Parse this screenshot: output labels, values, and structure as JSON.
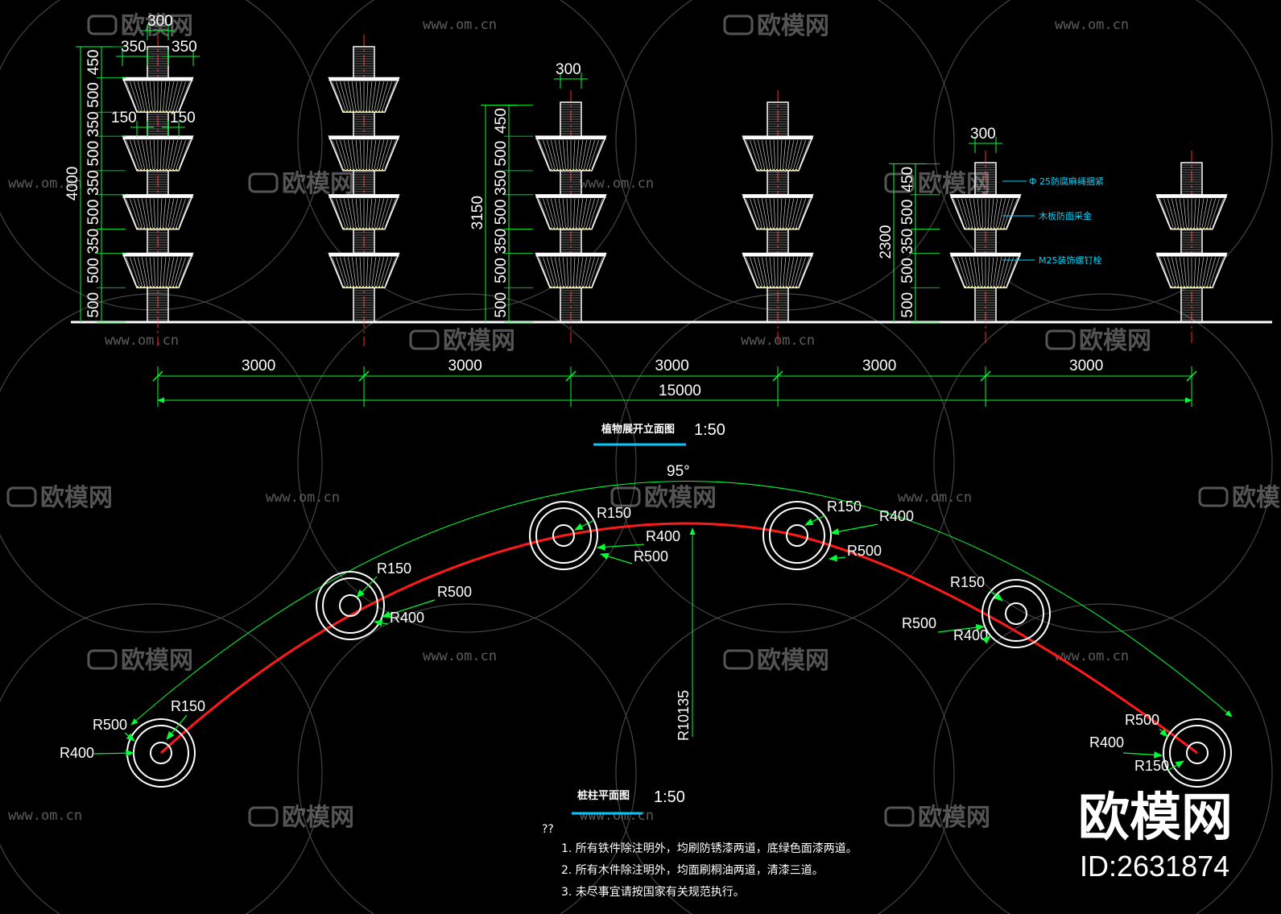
{
  "colors": {
    "background": "#000000",
    "line": "#ffffff",
    "dimension": "#00ff33",
    "centerline": "#ff2a2a",
    "arc": "#ff1a1a",
    "note": "#00d7ff",
    "title_underline": "#00c8ff",
    "watermark": "#9a9a9a"
  },
  "elevation": {
    "dims_top": {
      "c1_width": "300",
      "c1_left": "350",
      "c1_right": "350",
      "c1_gap_left": "150",
      "c1_gap_right": "150",
      "c3_width": "300",
      "c5_width": "300"
    },
    "col1_segments": [
      "450",
      "500",
      "350",
      "500",
      "350",
      "500",
      "350",
      "500",
      "500"
    ],
    "col1_total": "4000",
    "col3_segments": [
      "450",
      "500",
      "350",
      "500",
      "350",
      "500",
      "500"
    ],
    "col3_total": "3150",
    "col5_segments": [
      "450",
      "500",
      "350",
      "500",
      "500"
    ],
    "col5_total": "2300",
    "spacing": [
      "3000",
      "3000",
      "3000",
      "3000",
      "3000"
    ],
    "overall": "15000",
    "notes": [
      "Ф 25防腐麻绳捆紧",
      "木板防面采金",
      "M25装饰螺钉栓"
    ],
    "title": "植物展开立面图",
    "scale": "1:50"
  },
  "plan": {
    "angle": "95°",
    "radius_label": "R10135",
    "r150": "R150",
    "r400": "R400",
    "r500": "R500",
    "title": "桩柱平面图",
    "scale": "1:50",
    "notes_header": "??",
    "notes": [
      "1.  所有铁件除注明外，均刷防锈漆两道，底绿色面漆两道。",
      "2.  所有木件除注明外，均面刷桐油两道，清漆三道。",
      "3.  未尽事宜请按国家有关规范执行。"
    ]
  },
  "watermark": {
    "logo": "欧模网",
    "url": "www.om.cn",
    "brand": "欧模网",
    "id": "ID:2631874"
  }
}
